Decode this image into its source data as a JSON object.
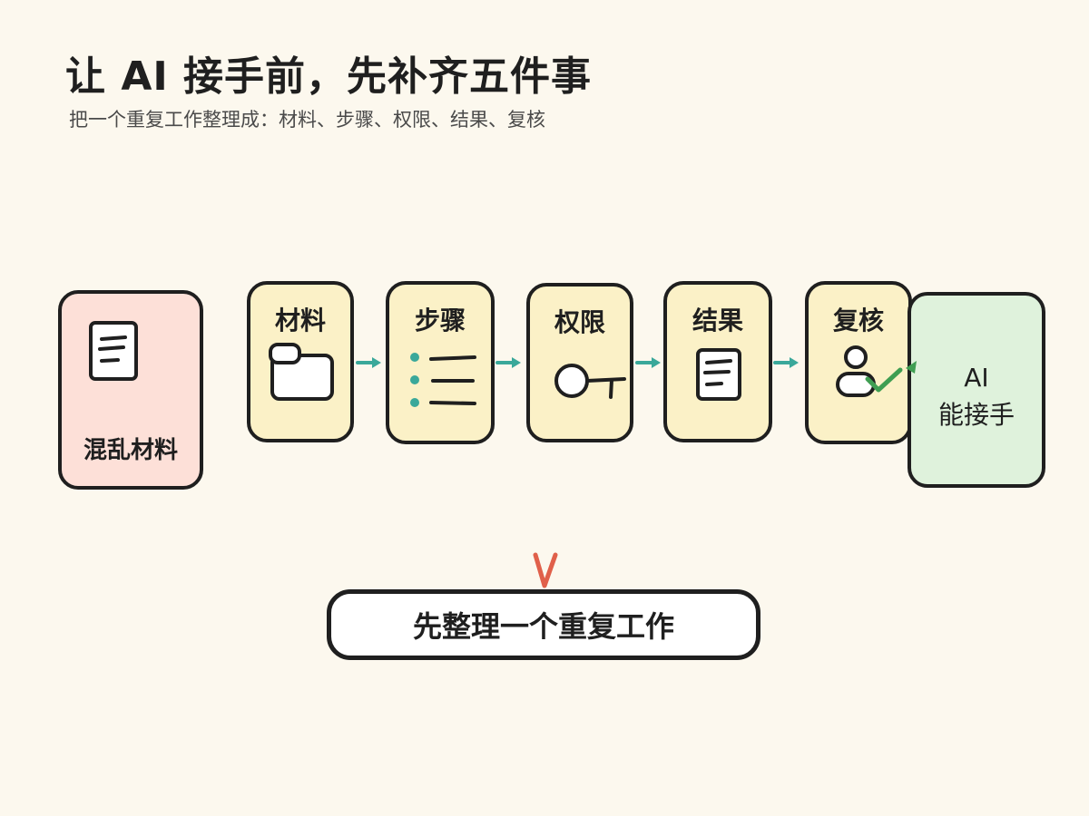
{
  "header": {
    "title": "让 AI 接手前，先补齐五件事",
    "subtitle": "把一个重复工作整理成：材料、步骤、权限、结果、复核"
  },
  "start": {
    "label": "混乱材料",
    "icon": "document-icon"
  },
  "steps": [
    {
      "label": "材料",
      "icon": "folder-icon"
    },
    {
      "label": "步骤",
      "icon": "list-icon"
    },
    {
      "label": "权限",
      "icon": "key-icon"
    },
    {
      "label": "结果",
      "icon": "document-icon"
    },
    {
      "label": "复核",
      "icon": "user-check-icon"
    }
  ],
  "end": {
    "line1": "AI",
    "line2": "能接手"
  },
  "bottom": {
    "label": "先整理一个重复工作"
  },
  "colors": {
    "start_card": "#fde0d8",
    "step_card": "#fbf1c7",
    "end_card": "#dff2dc",
    "arrow": "#3aa89a",
    "check": "#3f9e52",
    "down_marker": "#e0604a",
    "outline": "#1f1f1f"
  }
}
